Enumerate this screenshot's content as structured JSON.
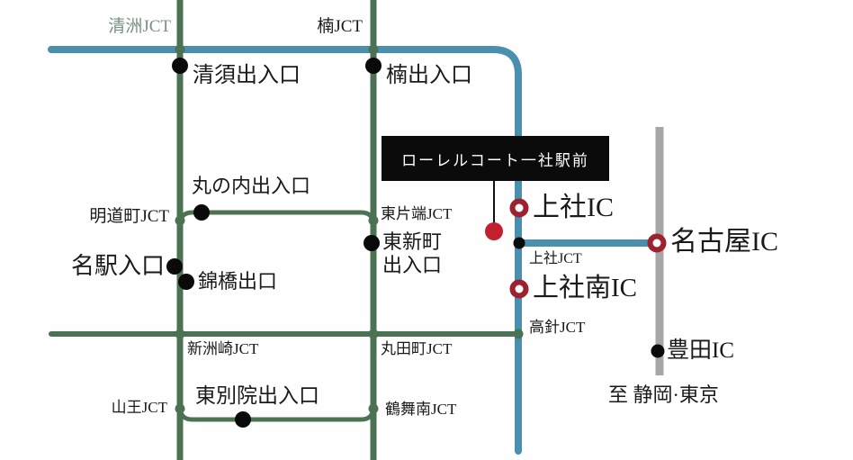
{
  "map": {
    "property_box": {
      "label": "ローレルコート一社駅前"
    },
    "colors": {
      "expressway_blue": "#4a8fad",
      "urban_expressway_green": "#4c7254",
      "tomei_gray": "#a7a7a7",
      "ic_ring_red": "#9e2130",
      "property_dot_red": "#c3202f",
      "label_black": "#1a1a1a",
      "jct_label_green": "#78927f",
      "box_black": "#0b0b0b"
    },
    "labels": {
      "kiyosu_jct": "清洲JCT",
      "kusunoki_jct": "楠JCT",
      "kiyosu_exit": "清須出入口",
      "kusunoki_exit": "楠出入口",
      "marunouchi_exit": "丸の内出入口",
      "meidocho_jct": "明道町JCT",
      "higashikataha_jct": "東片端JCT",
      "higashishincho_line1": "東新町",
      "higashishincho_line2": "出入口",
      "meieki_entrance": "名駅入口",
      "nishikibashi_exit": "錦橋出口",
      "kamiyashiro_ic": "上社IC",
      "nagoya_ic": "名古屋IC",
      "kamiyashiro_jct": "上社JCT",
      "kamiyashiro_minami_ic": "上社南IC",
      "takabari_jct": "高針JCT",
      "shinsuzaki_jct": "新洲崎JCT",
      "marutacho_jct": "丸田町JCT",
      "sanno_jct": "山王JCT",
      "tobetsuin_exit": "東別院出入口",
      "tsurumai_minami_jct": "鶴舞南JCT",
      "toyota_ic": "豊田IC",
      "to_shizuoka_tokyo": "至 静岡·東京"
    }
  }
}
